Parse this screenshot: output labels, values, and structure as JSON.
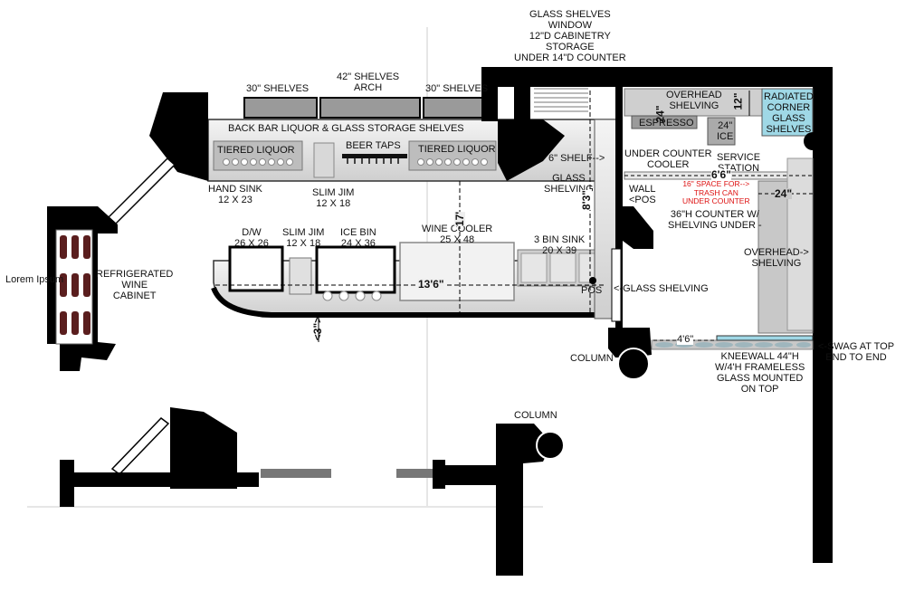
{
  "labels": {
    "glass_shelves_window": "GLASS SHELVES\nWINDOW\n12\"D CABINETRY\nSTORAGE\nUNDER 14\"D COUNTER",
    "shelves_30_left": "30\" SHELVES",
    "shelves_42_arch": "42\" SHELVES\nARCH",
    "shelves_30_right": "30\" SHELVES",
    "back_bar": "BACK BAR LIQUOR & GLASS STORAGE SHELVES",
    "tiered_liquor_left": "TIERED LIQUOR",
    "beer_taps": "BEER TAPS",
    "tiered_liquor_right": "TIERED LIQUOR",
    "hand_sink": "HAND SINK\n12 X 23",
    "slim_jim_back": "SLIM JIM\n12 X 18",
    "shelf_6": "6\" SHELF-->",
    "glass_shelving_upper": "GLASS\nSHELVING",
    "dw": "D/W\n26 X 26",
    "slim_jim_front": "SLIM JIM\n12 X 18",
    "ice_bin": "ICE BIN\n24 X 36",
    "wine_cooler": "WINE COOLER\n25 X 48",
    "three_bin_sink": "3 BIN SINK\n20 X 39",
    "lorem_ipsum": "Lorem Ipsum",
    "refrigerated_wine": "REFRIGERATED\nWINE\nCABINET",
    "pos_front": "POS",
    "glass_shelving_lower": "<-GLASS SHELVING",
    "wall_pos": "WALL\n<POS",
    "overhead_shelving_top": "OVERHEAD\nSHELVING",
    "espresso": "ESPRESSO",
    "ice": "24\"\nICE",
    "under_counter_cooler": "UNDER COUNTER\nCOOLER",
    "radiated_corner": "RADIATED\nCORNER\nGLASS\nSHELVES",
    "service_station": "SERVICE\nSTATION",
    "trash_note": "16\" SPACE FOR-->\nTRASH CAN\nUNDER COUNTER",
    "counter_36": "36\"H COUNTER W/\nSHELVING UNDER -",
    "overhead_shelving_right": "OVERHEAD->\nSHELVING",
    "column_lower_right": "COLUMN",
    "column_center": "COLUMN",
    "kneewall": "KNEEWALL 44\"H\nW/4'H FRAMELESS\nGLASS MOUNTED\nON TOP",
    "swag": "<-SWAG AT TOP\nEND TO END"
  },
  "dimensions": {
    "d_13_6": "13'6\"",
    "d_8_3": "8'3\"",
    "d_17": "17'",
    "d_3": "<3\">",
    "d_6_6": "6'6\"",
    "d_24": "24\"",
    "d_12": "12\"",
    "d_4_6": "4'6\"",
    "d_24_vert": "24\""
  },
  "colors": {
    "wall": "#000000",
    "counter": "#e8e8e8",
    "equipment": "#bfbfbf",
    "glass_accent": "#9fd8e6",
    "wine_bottle": "#5a1e1e",
    "note_red": "#d11111"
  }
}
